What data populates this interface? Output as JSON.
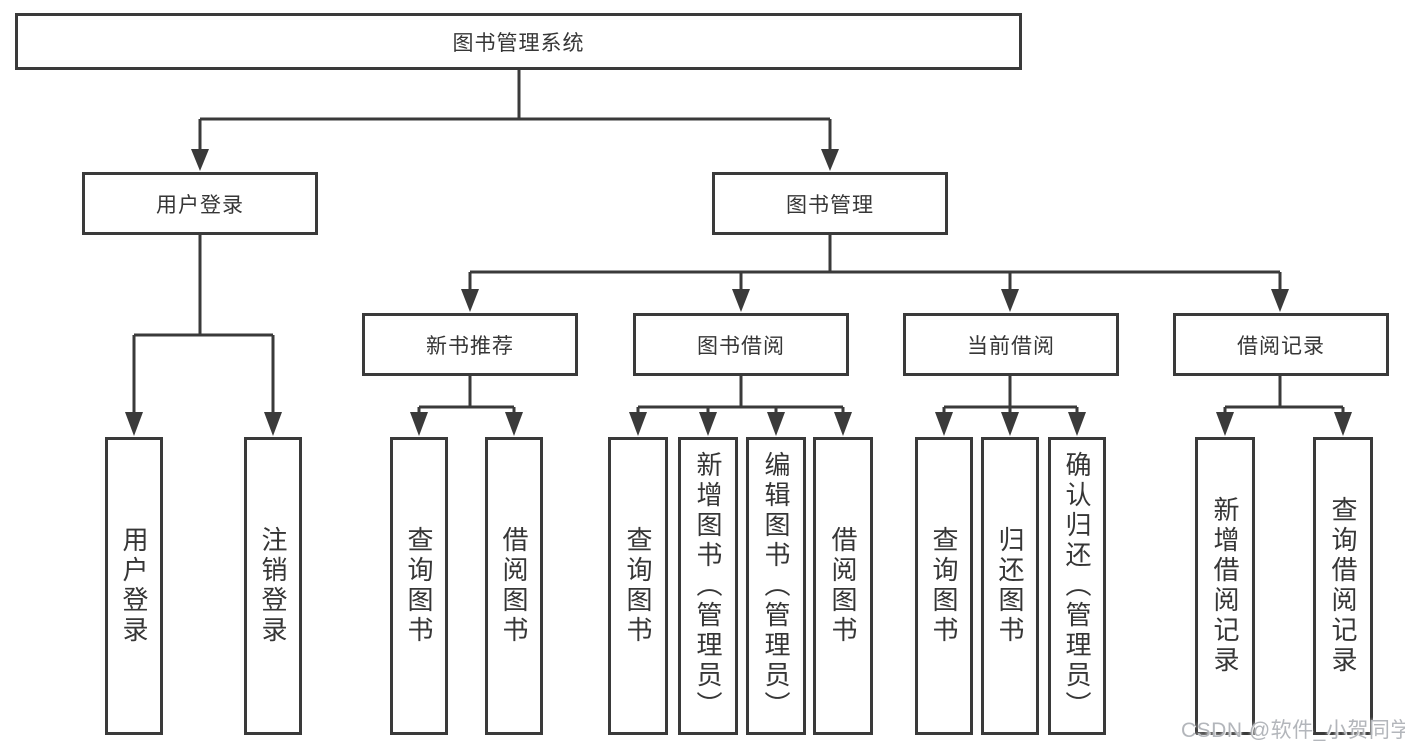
{
  "title": "图书管理系统",
  "level2": {
    "user_login": "用户登录",
    "book_management": "图书管理"
  },
  "level3": {
    "new_books": "新书推荐",
    "book_borrow": "图书借阅",
    "current_borrow": "当前借阅",
    "borrow_records": "借阅记录"
  },
  "leaves": {
    "user_login": [
      "用户登录",
      "注销登录"
    ],
    "new_books": [
      "查询图书",
      "借阅图书"
    ],
    "book_borrow": [
      "查询图书",
      "新增图书（管理员）",
      "编辑图书（管理员）",
      "借阅图书"
    ],
    "current_borrow": [
      "查询图书",
      "归还图书",
      "确认归还（管理员）"
    ],
    "borrow_records": [
      "新增借阅记录",
      "查询借阅记录"
    ]
  },
  "watermark": "CSDN @软件_小贺同学",
  "colors": {
    "line": "#3a3a3a",
    "text": "#363636",
    "box_background": "#ffffff",
    "watermark": "#b3b6bb"
  }
}
